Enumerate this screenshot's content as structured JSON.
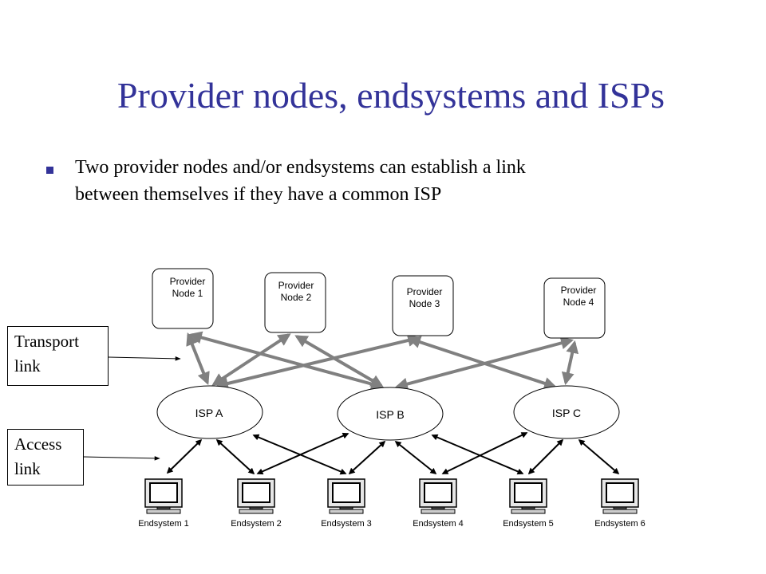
{
  "title": "Provider nodes, endsystems and ISPs",
  "bullet": {
    "line1": "Two provider nodes and/or endsystems  can establish a link",
    "line2": "between themselves  if they  have a common  ISP"
  },
  "callouts": {
    "transport": {
      "line1": "Transport",
      "line2": "link"
    },
    "access": {
      "line1": "Access",
      "line2": "link"
    }
  },
  "provider_nodes": [
    {
      "line1": "Provider",
      "line2": "Node 1"
    },
    {
      "line1": "Provider",
      "line2": "Node 2"
    },
    {
      "line1": "Provider",
      "line2": "Node 3"
    },
    {
      "line1": "Provider",
      "line2": "Node 4"
    }
  ],
  "isps": [
    {
      "label": "ISP A"
    },
    {
      "label": "ISP B"
    },
    {
      "label": "ISP C"
    }
  ],
  "endsystems": [
    {
      "label": "Endsystem 1"
    },
    {
      "label": "Endsystem 2"
    },
    {
      "label": "Endsystem 3"
    },
    {
      "label": "Endsystem 4"
    },
    {
      "label": "Endsystem 5"
    },
    {
      "label": "Endsystem 6"
    }
  ],
  "transport_links": [
    {
      "from": "Provider Node 1",
      "to": "ISP A"
    },
    {
      "from": "Provider Node 1",
      "to": "ISP B"
    },
    {
      "from": "Provider Node 2",
      "to": "ISP A"
    },
    {
      "from": "Provider Node 2",
      "to": "ISP B"
    },
    {
      "from": "Provider Node 3",
      "to": "ISP A"
    },
    {
      "from": "Provider Node 3",
      "to": "ISP C"
    },
    {
      "from": "Provider Node 4",
      "to": "ISP B"
    },
    {
      "from": "Provider Node 4",
      "to": "ISP C"
    }
  ],
  "access_links": [
    {
      "from": "ISP A",
      "to": "Endsystem 1"
    },
    {
      "from": "ISP A",
      "to": "Endsystem 2"
    },
    {
      "from": "ISP A",
      "to": "Endsystem 3"
    },
    {
      "from": "ISP B",
      "to": "Endsystem 2"
    },
    {
      "from": "ISP B",
      "to": "Endsystem 3"
    },
    {
      "from": "ISP B",
      "to": "Endsystem 4"
    },
    {
      "from": "ISP B",
      "to": "Endsystem 5"
    },
    {
      "from": "ISP C",
      "to": "Endsystem 4"
    },
    {
      "from": "ISP C",
      "to": "Endsystem 5"
    },
    {
      "from": "ISP C",
      "to": "Endsystem 6"
    }
  ],
  "colors": {
    "title": "#333399",
    "transport_link": "#808080",
    "access_link": "#000000"
  }
}
